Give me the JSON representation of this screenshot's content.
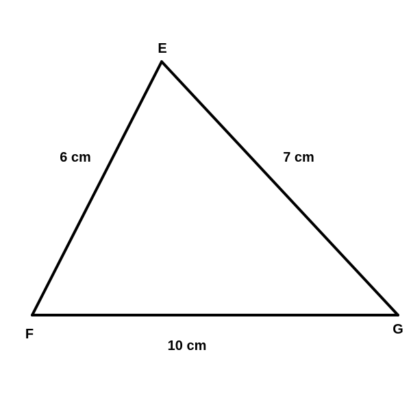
{
  "vertices": {
    "top": "E",
    "bottom_left": "F",
    "bottom_right": "G"
  },
  "sides": {
    "left": "6 cm",
    "right": "7 cm",
    "bottom": "10 cm"
  }
}
